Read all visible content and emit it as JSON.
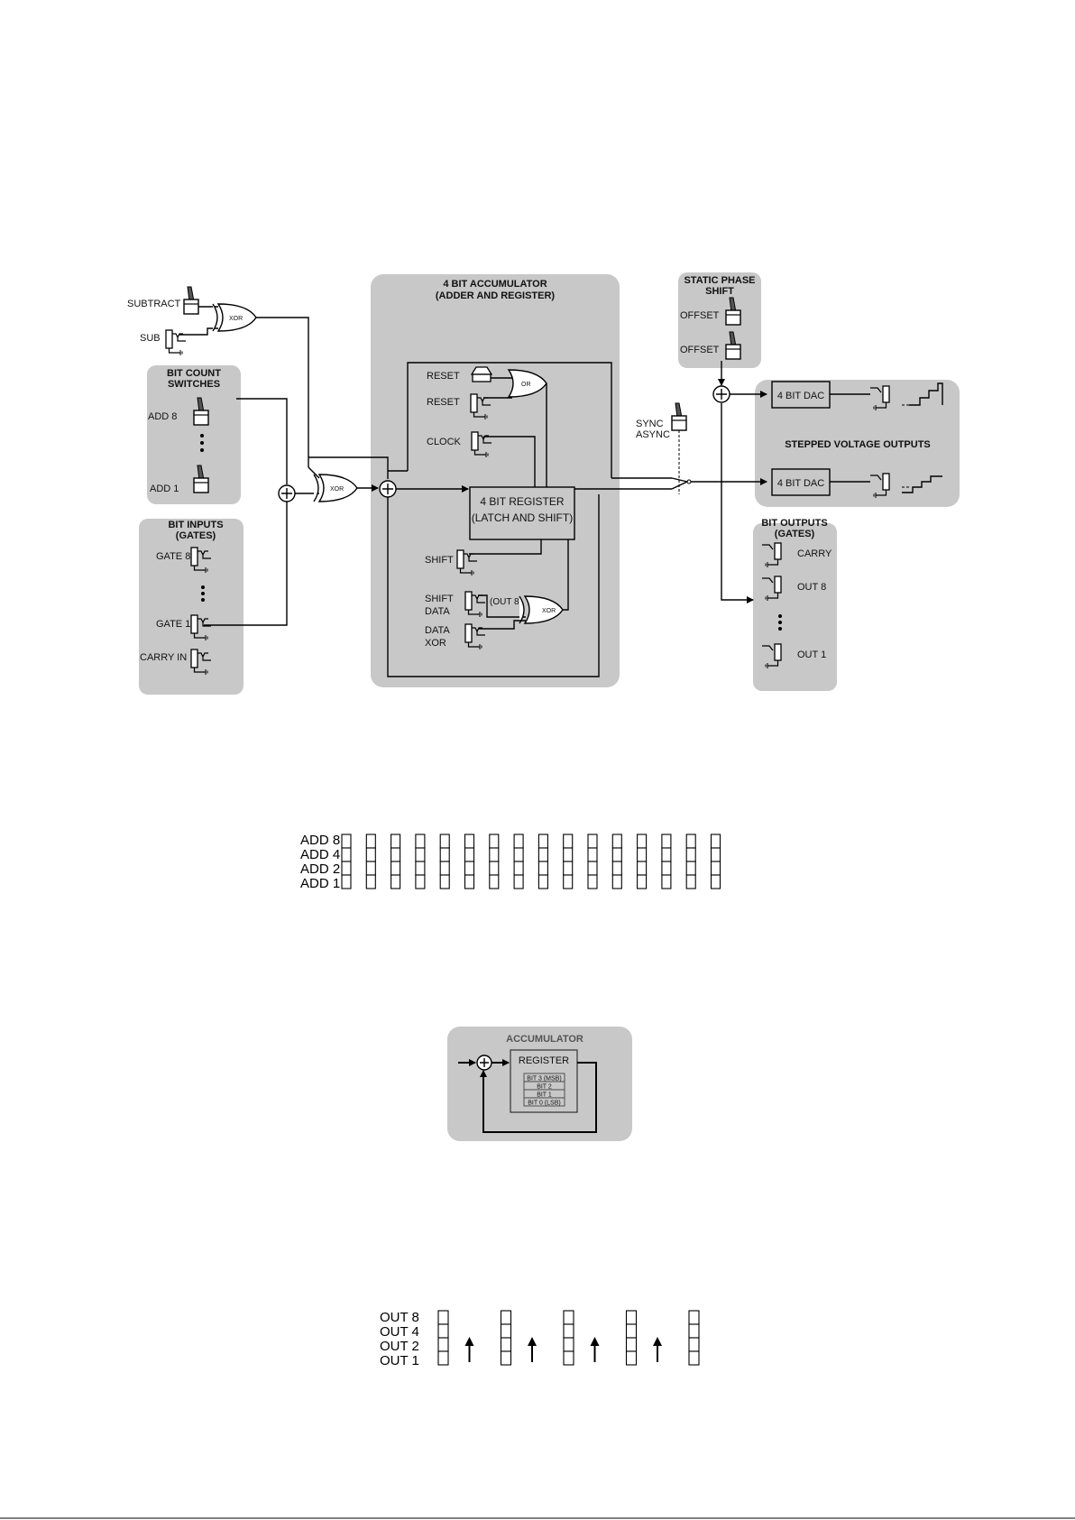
{
  "block_diagram": {
    "accumulator": {
      "title_line1": "4 BIT ACCUMULATOR",
      "title_line2": "(ADDER AND REGISTER)",
      "reset_a": "RESET",
      "reset_b": "RESET",
      "clock": "CLOCK",
      "register_line1": "4 BIT REGISTER",
      "register_line2": "(LATCH AND SHIFT)",
      "shift": "SHIFT",
      "shift_data_line1": "SHIFT",
      "shift_data_line2": "DATA",
      "out8": "(OUT 8)",
      "data_xor_line1": "DATA",
      "data_xor_line2": "XOR",
      "or_label": "OR",
      "xor_label": "XOR"
    },
    "subtract": {
      "toggle_label": "SUBTRACT",
      "jack_label": "SUB",
      "xor_label": "XOR"
    },
    "bit_count": {
      "title_line1": "BIT COUNT",
      "title_line2": "SWITCHES",
      "add8": "ADD 8",
      "add1": "ADD 1"
    },
    "bit_inputs": {
      "title_line1": "BIT INPUTS",
      "title_line2": "(GATES)",
      "gate8": "GATE 8",
      "gate1": "GATE 1",
      "carry_in": "CARRY IN"
    },
    "mid_xor_label": "XOR",
    "phase_shift": {
      "title_line1": "STATIC PHASE",
      "title_line2": "SHIFT",
      "offset_a": "OFFSET",
      "offset_b": "OFFSET"
    },
    "sync": {
      "line1": "SYNC",
      "line2": "ASYNC"
    },
    "stepped": {
      "title": "STEPPED VOLTAGE OUTPUTS",
      "dac_a": "4 BIT DAC",
      "dac_b": "4 BIT DAC"
    },
    "bit_outputs": {
      "title_line1": "BIT OUTPUTS",
      "title_line2": "(GATES)",
      "carry": "CARRY",
      "out8": "OUT 8",
      "out1": "OUT 1"
    }
  },
  "add_grid": {
    "rows": [
      "ADD 8",
      "ADD 4",
      "ADD 2",
      "ADD 1"
    ],
    "columns": 16
  },
  "accumulator_mini": {
    "title": "ACCUMULATOR",
    "register": "REGISTER",
    "bits": [
      "BIT 3 (MSB)",
      "BIT 2",
      "BIT 1",
      "BIT 0 (LSB)"
    ]
  },
  "out_grid": {
    "rows": [
      "OUT 8",
      "OUT 4",
      "OUT 2",
      "OUT 1"
    ],
    "columns": 5,
    "arrows": 4
  }
}
